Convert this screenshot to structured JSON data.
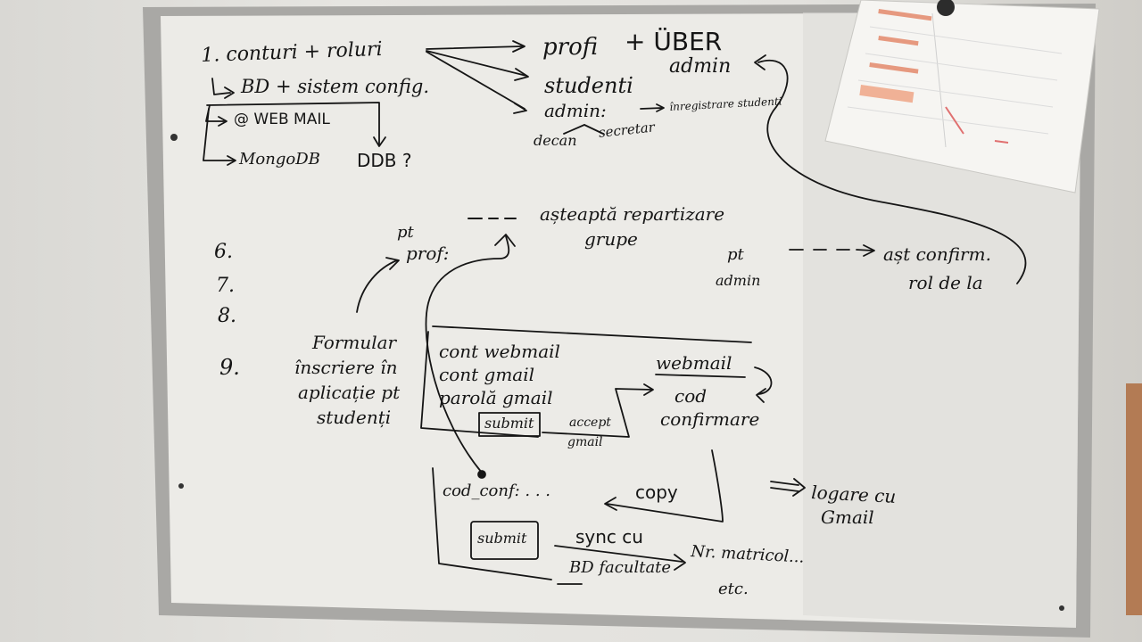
{
  "board": {
    "accounts_roles": "1. conturi + roluri",
    "bd_config": "BD + sistem config.",
    "webmail": "@ WEB MAIL",
    "mongodb": "MongoDB",
    "ddb": "DDB ?",
    "profi": "profi",
    "plus_uber": "+ ÜBER",
    "uber_admin": "admin",
    "studenti": "studenti",
    "admin_colon": "admin:",
    "inregistrare": "înregistrare studenți",
    "decan": "decan",
    "secretar": "secretar",
    "nums": [
      "6.",
      "7.",
      "8.",
      "9."
    ],
    "pt_prof": [
      "pt",
      "prof:"
    ],
    "dots": "- - -",
    "asteapta": [
      "așteaptă repartizare",
      "grupe"
    ],
    "pt_admin": [
      "pt",
      "admin"
    ],
    "dash_arrow": "- - - -",
    "ast_confirm": [
      "așt confirm.",
      "rol de la"
    ],
    "formular": [
      "Formular",
      "înscriere în",
      "aplicație pt",
      "studenți"
    ],
    "form_fields": [
      "cont webmail",
      "cont gmail",
      "parolă gmail"
    ],
    "submit": "submit",
    "accept_gmail": [
      "accept",
      "gmail"
    ],
    "webmail_right": "webmail",
    "cod_confirmare": [
      "cod",
      "confirmare"
    ],
    "cod_conf": "cod_conf: . . .",
    "copy": "copy",
    "logare": [
      "logare cu",
      "Gmail"
    ],
    "submit2": "submit",
    "sync": "sync cu",
    "bd_facultate": "BD facultate",
    "nr_matricol": [
      "Nr. matricol...",
      "etc."
    ]
  }
}
